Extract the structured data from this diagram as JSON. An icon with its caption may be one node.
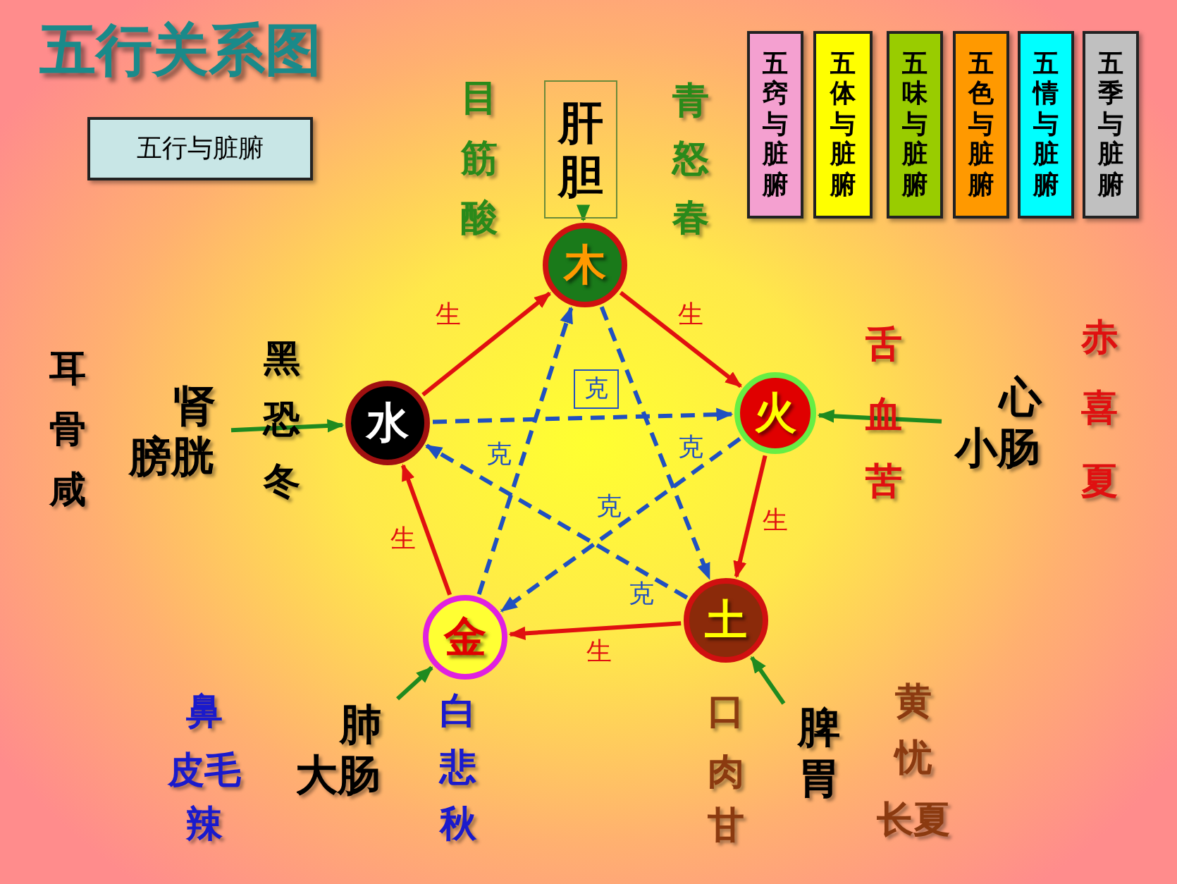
{
  "diagram": {
    "title": "五行关系图",
    "nodes": [
      {
        "text": [
          "木"
        ]
      },
      {
        "text": [
          "火"
        ]
      },
      {
        "text": [
          "土"
        ]
      },
      {
        "text": [
          "金"
        ]
      },
      {
        "text": [
          "水"
        ]
      },
      {
        "text": [
          "肝胆"
        ]
      },
      {
        "text": [
          "心小肠"
        ]
      },
      {
        "text": [
          "脾胃"
        ]
      },
      {
        "text": [
          "肺大肠"
        ]
      },
      {
        "text": [
          "肾膀胱"
        ]
      },
      {
        "text": [
          "五窍与脏腑"
        ]
      },
      {
        "text": [
          "五体与脏腑"
        ]
      },
      {
        "text": [
          "五味与脏腑"
        ]
      },
      {
        "text": [
          "五色与脏腑"
        ]
      },
      {
        "text": [
          "五情与脏腑"
        ]
      },
      {
        "text": [
          "五季与脏腑"
        ]
      },
      {
        "text": [
          "五行与脏腑"
        ]
      },
      {
        "text": [
          "克"
        ]
      }
    ],
    "edges": [
      {
        "from": 4,
        "to": 0,
        "arrow": "to",
        "label": "生",
        "color": "#e01010"
      },
      {
        "from": 0,
        "to": 1,
        "arrow": "to",
        "label": "生",
        "color": "#e01010"
      },
      {
        "from": 1,
        "to": 2,
        "arrow": "to",
        "label": "生",
        "color": "#e01010"
      },
      {
        "from": 2,
        "to": 3,
        "arrow": "to",
        "label": "生",
        "color": "#e01010"
      },
      {
        "from": 3,
        "to": 4,
        "arrow": "to",
        "label": "生",
        "color": "#e01010"
      },
      {
        "from": 0,
        "to": 2,
        "arrow": "to",
        "label": "克",
        "style": "dashed",
        "color": "#2050c0"
      },
      {
        "from": 2,
        "to": 4,
        "arrow": "to",
        "label": "克",
        "style": "dashed",
        "color": "#2050c0"
      },
      {
        "from": 4,
        "to": 1,
        "arrow": "to",
        "style": "dashed",
        "color": "#2050c0"
      },
      {
        "from": 1,
        "to": 3,
        "arrow": "to",
        "label": "克",
        "style": "dashed",
        "color": "#2050c0"
      },
      {
        "from": 3,
        "to": 0,
        "arrow": "to",
        "label": "克",
        "style": "dashed",
        "color": "#2050c0"
      },
      {
        "from": 5,
        "to": 0,
        "arrow": "to",
        "color": "#1f8a1f"
      },
      {
        "from": 6,
        "to": 1,
        "arrow": "to",
        "color": "#1f8a1f"
      },
      {
        "from": 7,
        "to": 2,
        "arrow": "to",
        "color": "#1f8a1f"
      },
      {
        "from": 8,
        "to": 3,
        "arrow": "to",
        "color": "#1f8a1f"
      },
      {
        "from": 9,
        "to": 4,
        "arrow": "to",
        "color": "#1f8a1f"
      }
    ],
    "labels": [
      "目",
      "筋",
      "酸",
      "青",
      "怒",
      "春",
      "耳",
      "骨",
      "咸",
      "黑",
      "恐",
      "冬",
      "舌",
      "血",
      "苦",
      "赤",
      "喜",
      "夏",
      "鼻",
      "皮毛",
      "辣",
      "白",
      "悲",
      "秋",
      "口",
      "肉",
      "甘",
      "黄",
      "忧",
      "长夏"
    ]
  }
}
